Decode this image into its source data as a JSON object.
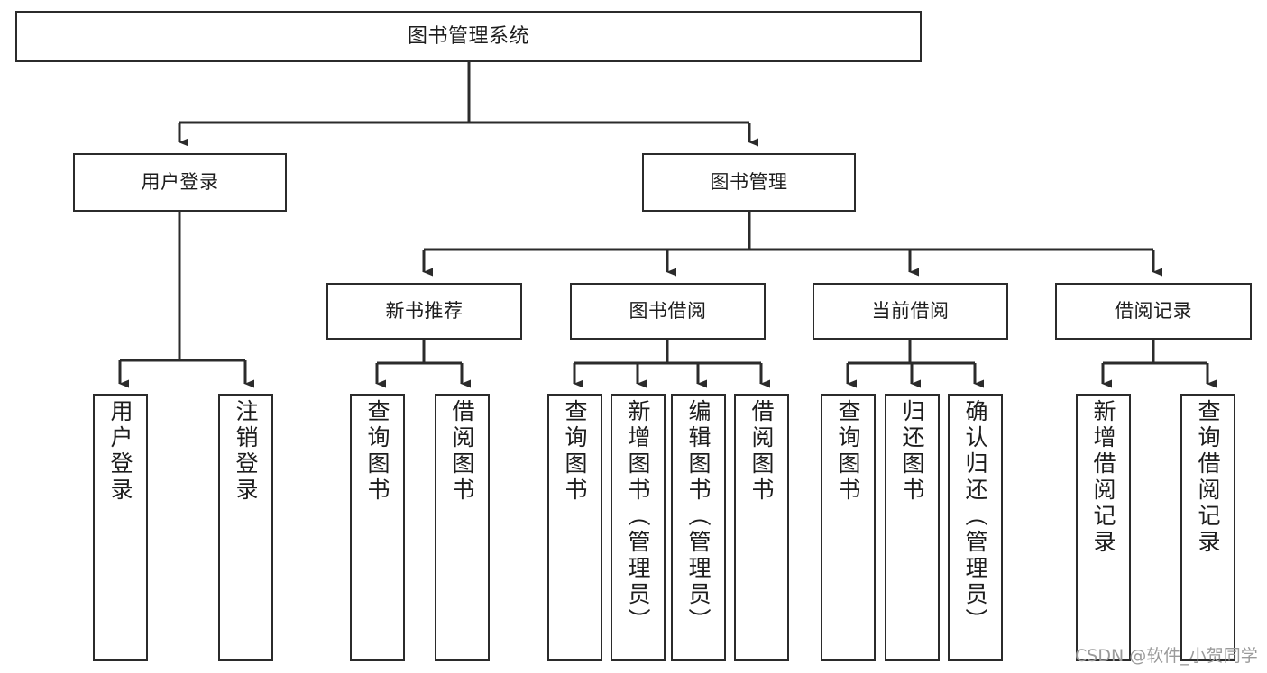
{
  "diagram": {
    "title": "图书管理系统",
    "type": "tree",
    "colors": {
      "box_border": "#2b2b2b",
      "box_fill": "#ffffff",
      "edge": "#2b2b2b",
      "text": "#1d1d1d",
      "watermark": "#9a9a9a",
      "canvas": "#ffffff"
    },
    "root": {
      "label": "图书管理系统"
    },
    "level2": [
      {
        "id": "user-login",
        "label": "用户登录"
      },
      {
        "id": "book-manage",
        "label": "图书管理"
      }
    ],
    "level3": [
      {
        "id": "new-book-recommend",
        "label": "新书推荐"
      },
      {
        "id": "book-borrow",
        "label": "图书借阅"
      },
      {
        "id": "current-borrow",
        "label": "当前借阅"
      },
      {
        "id": "borrow-record",
        "label": "借阅记录"
      }
    ],
    "leaves": {
      "user_login": [
        {
          "id": "leaf-user-login",
          "label": "用户登录"
        },
        {
          "id": "leaf-logout-login",
          "label": "注销登录"
        }
      ],
      "new_book_recommend": [
        {
          "id": "leaf-query-book-1",
          "label": "查询图书"
        },
        {
          "id": "leaf-borrow-book-1",
          "label": "借阅图书"
        }
      ],
      "book_borrow": [
        {
          "id": "leaf-query-book-2",
          "label": "查询图书"
        },
        {
          "id": "leaf-add-book",
          "label": "新增图书（管理员）"
        },
        {
          "id": "leaf-edit-book",
          "label": "编辑图书（管理员）"
        },
        {
          "id": "leaf-borrow-book-2",
          "label": "借阅图书"
        }
      ],
      "current_borrow": [
        {
          "id": "leaf-query-book-3",
          "label": "查询图书"
        },
        {
          "id": "leaf-return-book",
          "label": "归还图书"
        },
        {
          "id": "leaf-confirm-return",
          "label": "确认归还（管理员）"
        }
      ],
      "borrow_record": [
        {
          "id": "leaf-add-record",
          "label": "新增借阅记录"
        },
        {
          "id": "leaf-query-record",
          "label": "查询借阅记录"
        }
      ]
    },
    "watermark": "CSDN @软件_小贺同学"
  }
}
